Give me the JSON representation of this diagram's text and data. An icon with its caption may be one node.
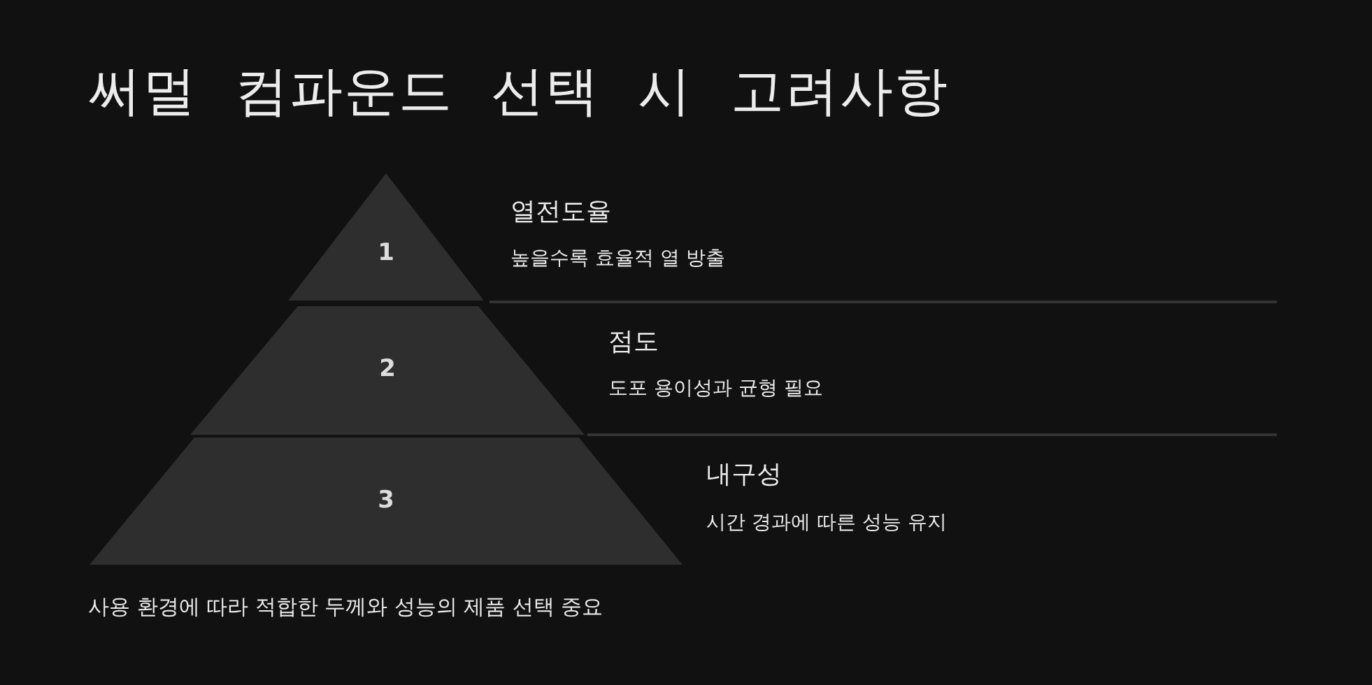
{
  "diagram": {
    "title": "써멀 컴파운드 선택 시 고려사항",
    "nodes": [
      {
        "text": [
          "1"
        ],
        "beside": [
          "열전도율",
          "높을수록 효율적 열 방출"
        ]
      },
      {
        "text": [
          "2"
        ],
        "beside": [
          "점도",
          "도포 용이성과 균형 필요"
        ]
      },
      {
        "text": [
          "3"
        ],
        "beside": [
          "내구성",
          "시간 경과에 따른 성능 유지"
        ]
      }
    ],
    "caption": "사용 환경에 따라 적합한 두께와 성능의 제품 선택 중요"
  }
}
